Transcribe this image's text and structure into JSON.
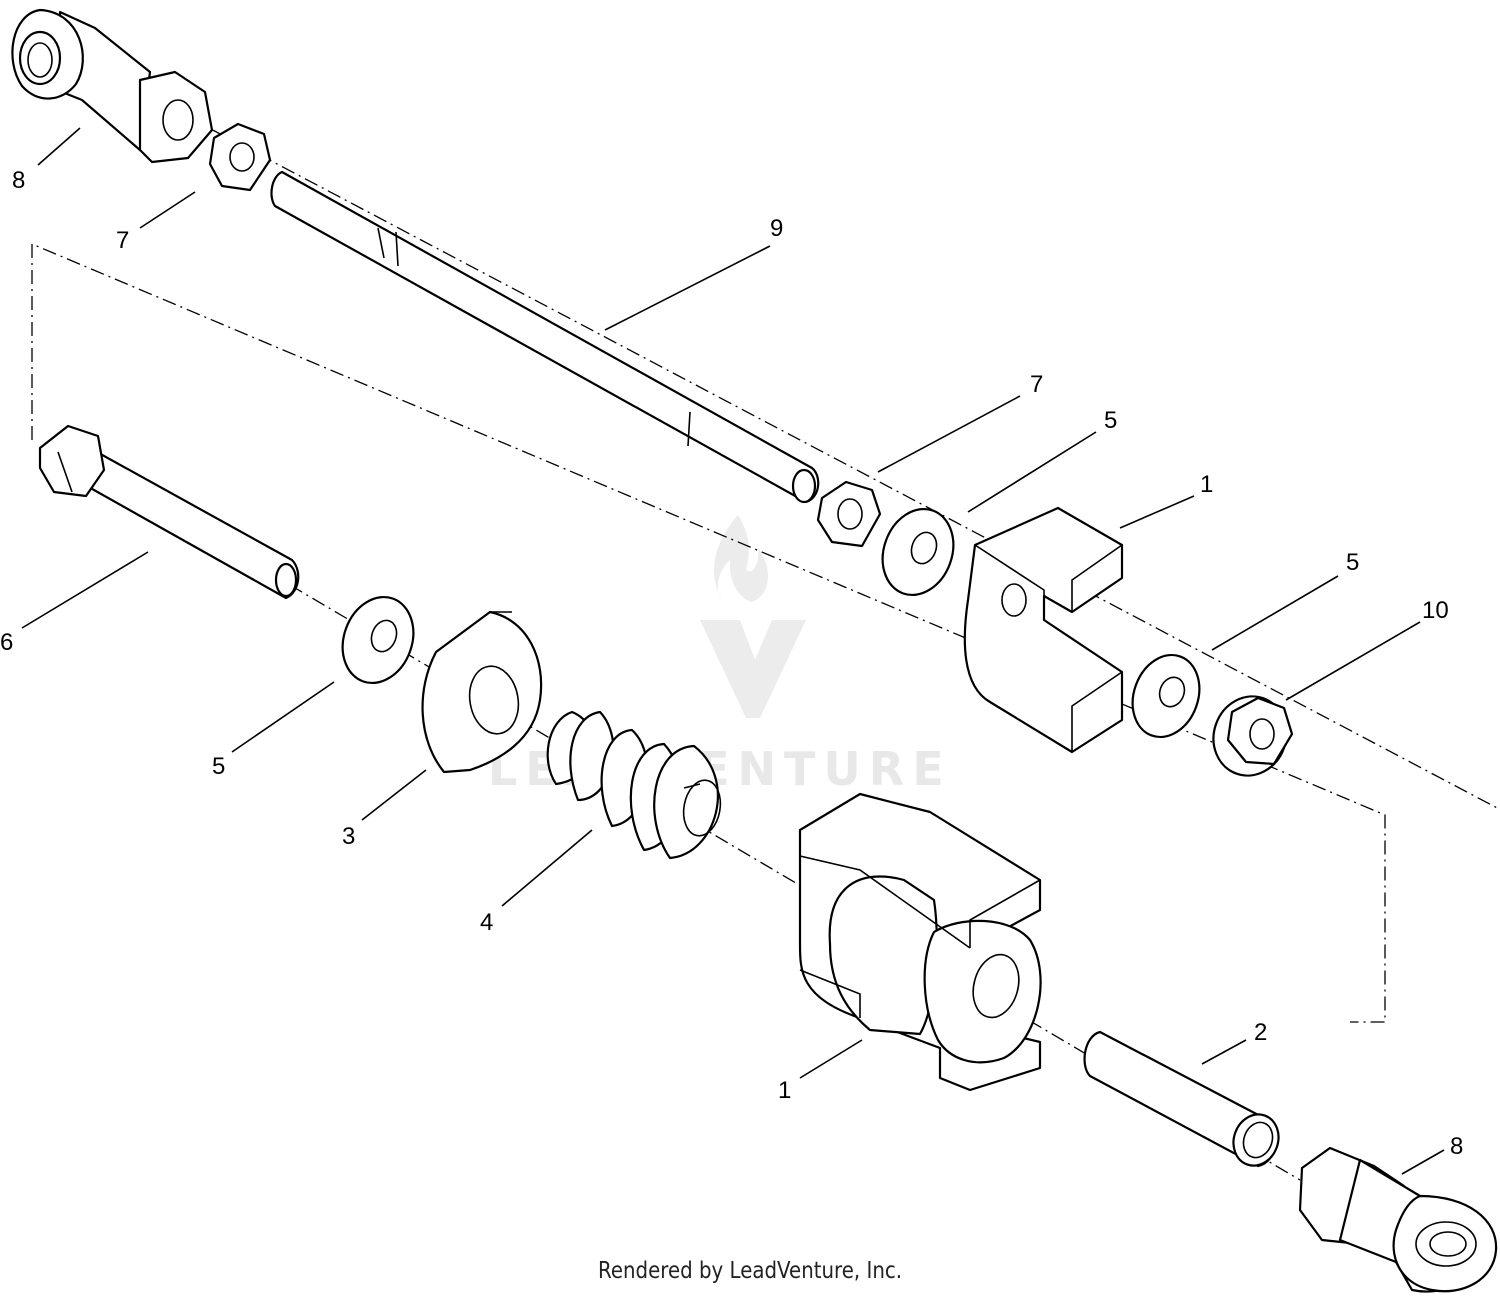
{
  "watermark": {
    "text": "LEADVENTURE"
  },
  "footer": {
    "text": "Rendered by LeadVenture, Inc."
  },
  "callouts": [
    {
      "id": "c-8-top",
      "label": "8"
    },
    {
      "id": "c-7-top",
      "label": "7"
    },
    {
      "id": "c-9",
      "label": "9"
    },
    {
      "id": "c-7-mid",
      "label": "7"
    },
    {
      "id": "c-5-upper",
      "label": "5"
    },
    {
      "id": "c-1-upper",
      "label": "1"
    },
    {
      "id": "c-5-right",
      "label": "5"
    },
    {
      "id": "c-10",
      "label": "10"
    },
    {
      "id": "c-6",
      "label": "6"
    },
    {
      "id": "c-5-left",
      "label": "5"
    },
    {
      "id": "c-3",
      "label": "3"
    },
    {
      "id": "c-4",
      "label": "4"
    },
    {
      "id": "c-1-lower",
      "label": "1"
    },
    {
      "id": "c-2",
      "label": "2"
    },
    {
      "id": "c-8-bottom",
      "label": "8"
    }
  ],
  "colors": {
    "line": "#000000",
    "background": "#ffffff",
    "watermark": "#e8e8e8"
  }
}
